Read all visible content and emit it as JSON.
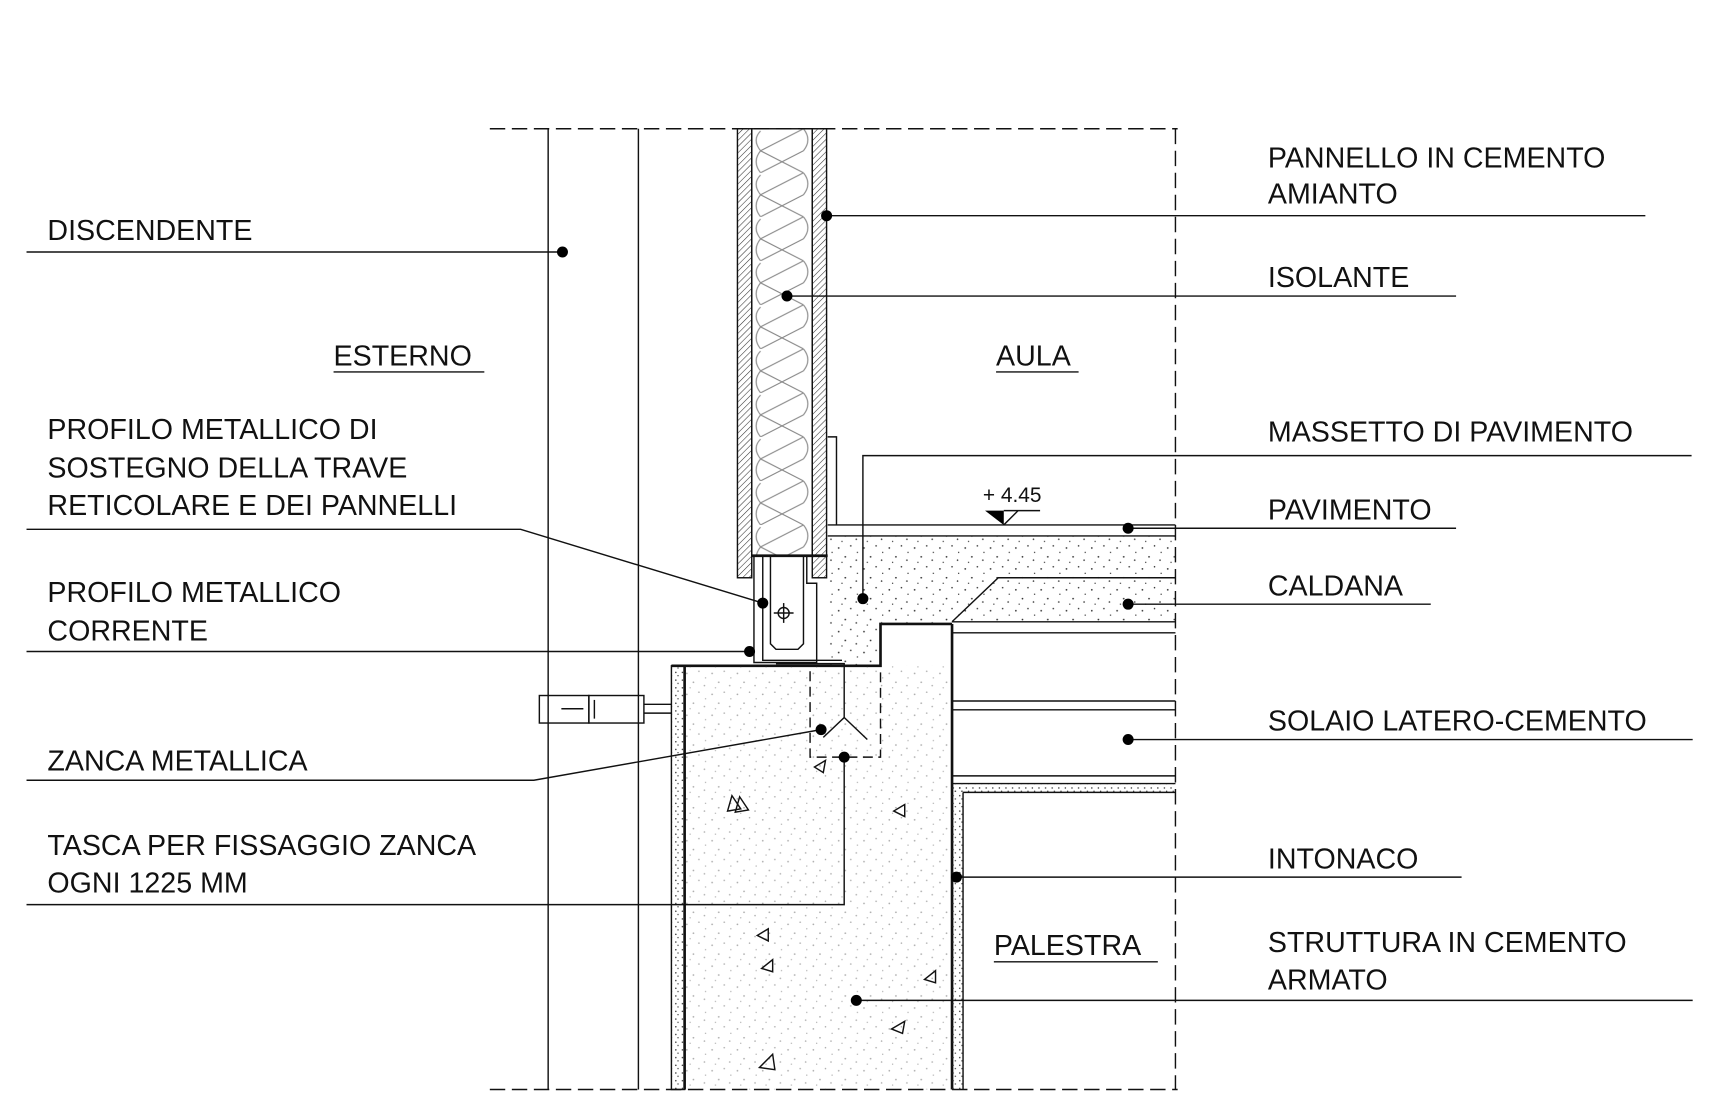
{
  "rooms": {
    "esterno": "ESTERNO",
    "aula": "AULA",
    "palestra": "PALESTRA"
  },
  "elevation": "+ 4.45",
  "labels_left": {
    "discendente": "DISCENDENTE",
    "profilo_sostegno": [
      "PROFILO METALLICO DI",
      "SOSTEGNO DELLA TRAVE",
      "RETICOLARE E DEI PANNELLI"
    ],
    "profilo_corrente": [
      "PROFILO METALLICO",
      "CORRENTE"
    ],
    "zanca": "ZANCA METALLICA",
    "tasca": [
      "TASCA PER FISSAGGIO ZANCA",
      "OGNI 1225 MM"
    ]
  },
  "labels_right": {
    "pannello": [
      "PANNELLO IN CEMENTO",
      "AMIANTO"
    ],
    "isolante": "ISOLANTE",
    "massetto": "MASSETTO DI PAVIMENTO",
    "pavimento": "PAVIMENTO",
    "caldana": "CALDANA",
    "solaio": "SOLAIO LATERO-CEMENTO",
    "intonaco": "INTONACO",
    "struttura": [
      "STRUTTURA IN CEMENTO",
      "ARMATO"
    ]
  }
}
